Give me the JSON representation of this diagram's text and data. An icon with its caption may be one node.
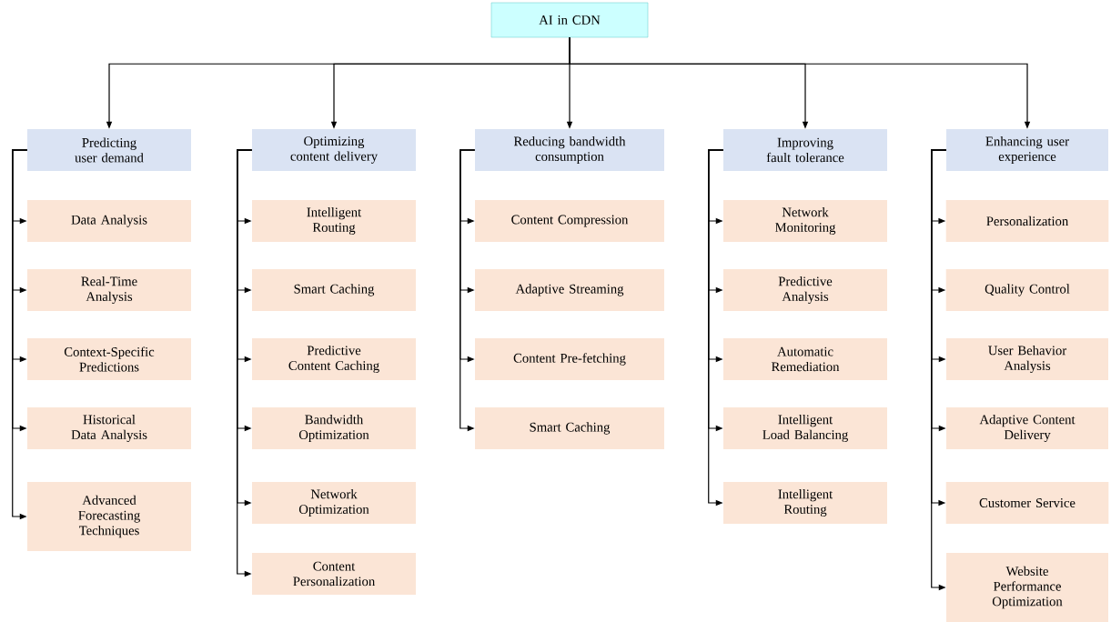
{
  "diagram": {
    "nodes": [
      {
        "text": [
          "AI in CDN"
        ]
      },
      {
        "text": [
          "Predicting user demand"
        ]
      },
      {
        "text": [
          "Data Analysis"
        ]
      },
      {
        "text": [
          "Real-Time Analysis"
        ]
      },
      {
        "text": [
          "Context-Specific Predictions"
        ]
      },
      {
        "text": [
          "Historical Data Analysis"
        ]
      },
      {
        "text": [
          "Advanced Forecasting Techniques"
        ]
      },
      {
        "text": [
          "Optimizing content delivery"
        ]
      },
      {
        "text": [
          "Intelligent Routing"
        ]
      },
      {
        "text": [
          "Smart Caching"
        ]
      },
      {
        "text": [
          "Predictive Content Caching"
        ]
      },
      {
        "text": [
          "Bandwidth Optimization"
        ]
      },
      {
        "text": [
          "Network Optimization"
        ]
      },
      {
        "text": [
          "Content Personalization"
        ]
      },
      {
        "text": [
          "Reducing bandwidth consumption"
        ]
      },
      {
        "text": [
          "Content Compression"
        ]
      },
      {
        "text": [
          "Adaptive Streaming"
        ]
      },
      {
        "text": [
          "Content Pre-fetching"
        ]
      },
      {
        "text": [
          "Smart Caching"
        ]
      },
      {
        "text": [
          "Improving fault tolerance"
        ]
      },
      {
        "text": [
          "Network Monitoring"
        ]
      },
      {
        "text": [
          "Predictive Analysis"
        ]
      },
      {
        "text": [
          "Automatic Remediation"
        ]
      },
      {
        "text": [
          "Intelligent Load Balancing"
        ]
      },
      {
        "text": [
          "Intelligent Routing"
        ]
      },
      {
        "text": [
          "Enhancing user experience"
        ]
      },
      {
        "text": [
          "Personalization"
        ]
      },
      {
        "text": [
          "Quality Control"
        ]
      },
      {
        "text": [
          "User Behavior Analysis"
        ]
      },
      {
        "text": [
          "Adaptive Content Delivery"
        ]
      },
      {
        "text": [
          "Customer Service"
        ]
      },
      {
        "text": [
          "Website Performance Optimization"
        ]
      }
    ],
    "edges": [
      {
        "from": 0,
        "to": 1,
        "arrow": "to"
      },
      {
        "from": 0,
        "to": 7,
        "arrow": "to"
      },
      {
        "from": 0,
        "to": 14,
        "arrow": "to"
      },
      {
        "from": 0,
        "to": 19,
        "arrow": "to"
      },
      {
        "from": 0,
        "to": 25,
        "arrow": "to"
      },
      {
        "from": 1,
        "to": 2,
        "arrow": "to"
      },
      {
        "from": 1,
        "to": 3,
        "arrow": "to"
      },
      {
        "from": 1,
        "to": 4,
        "arrow": "to"
      },
      {
        "from": 1,
        "to": 5,
        "arrow": "to"
      },
      {
        "from": 1,
        "to": 6,
        "arrow": "to"
      },
      {
        "from": 7,
        "to": 8,
        "arrow": "to"
      },
      {
        "from": 7,
        "to": 9,
        "arrow": "to"
      },
      {
        "from": 7,
        "to": 10,
        "arrow": "to"
      },
      {
        "from": 7,
        "to": 11,
        "arrow": "to"
      },
      {
        "from": 7,
        "to": 12,
        "arrow": "to"
      },
      {
        "from": 7,
        "to": 13,
        "arrow": "to"
      },
      {
        "from": 14,
        "to": 15,
        "arrow": "to"
      },
      {
        "from": 14,
        "to": 16,
        "arrow": "to"
      },
      {
        "from": 14,
        "to": 17,
        "arrow": "to"
      },
      {
        "from": 14,
        "to": 18,
        "arrow": "to"
      },
      {
        "from": 19,
        "to": 20,
        "arrow": "to"
      },
      {
        "from": 19,
        "to": 21,
        "arrow": "to"
      },
      {
        "from": 19,
        "to": 22,
        "arrow": "to"
      },
      {
        "from": 19,
        "to": 23,
        "arrow": "to"
      },
      {
        "from": 19,
        "to": 24,
        "arrow": "to"
      },
      {
        "from": 25,
        "to": 26,
        "arrow": "to"
      },
      {
        "from": 25,
        "to": 27,
        "arrow": "to"
      },
      {
        "from": 25,
        "to": 28,
        "arrow": "to"
      },
      {
        "from": 25,
        "to": 29,
        "arrow": "to"
      },
      {
        "from": 25,
        "to": 30,
        "arrow": "to"
      },
      {
        "from": 25,
        "to": 31,
        "arrow": "to"
      }
    ]
  }
}
